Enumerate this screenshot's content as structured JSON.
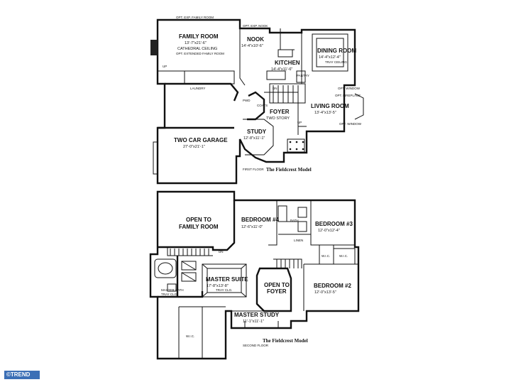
{
  "first_floor": {
    "notes": {
      "opt_family_room_top": "OPT. EXP. FAMILY ROOM",
      "opt_nook": "OPT. EXP. NOOK"
    },
    "rooms": {
      "family_room": {
        "name": "FAMILY ROOM",
        "dims": "13'-7\"x21'-6\"",
        "note1": "CATHEDRAL CEILING",
        "note2": "OPT. EXTENDED FAMILY ROOM"
      },
      "nook": {
        "name": "NOOK",
        "dims": "14'-4\"x10'-6\""
      },
      "kitchen": {
        "name": "KITCHEN",
        "dims": "14'-4\"x11'-6\""
      },
      "dining_room": {
        "name": "DINING ROOM",
        "dims": "14'-4\"x12'-4\"",
        "note": "TRAY CEILING"
      },
      "living_room": {
        "name": "LIVING ROOM",
        "dims": "13'-4\"x13'-5\""
      },
      "foyer": {
        "name": "FOYER",
        "sub": "TWO STORY"
      },
      "study": {
        "name": "STUDY",
        "dims": "12'-8\"x11'-1\""
      },
      "garage": {
        "name": "TWO CAR GARAGE",
        "dims": "27'-0\"x21'-1\""
      }
    },
    "labels": {
      "up1": "UP",
      "laundry": "LAUNDRY",
      "pwd": "PWD",
      "coats": "COATS",
      "dn": "DN",
      "up2": "UP",
      "pantry": "PANTRY",
      "opt_window": "OPT. WINDOW",
      "opt_fireplace": "OPT. FIREPLACE",
      "opt_window2": "OPT. WINDOW"
    },
    "floor_tag": "FIRST FLOOR",
    "caption": "The Fieldcrest Model"
  },
  "second_floor": {
    "rooms": {
      "open_family": {
        "name1": "OPEN TO",
        "name2": "FAMILY ROOM"
      },
      "bedroom4": {
        "name": "BEDROOM #4",
        "dims": "12'-6\"x11'-0\""
      },
      "bedroom3": {
        "name": "BEDROOM #3",
        "dims": "12'-0\"x12'-4\""
      },
      "master_suite": {
        "name": "MASTER SUITE",
        "dims": "17'-8\"x13'-8\"",
        "note": "TRAY CLG."
      },
      "open_foyer": {
        "name1": "OPEN TO",
        "name2": "FOYER"
      },
      "bedroom2": {
        "name": "BEDROOM #2",
        "dims": "12'-0\"x13'-5\""
      },
      "master_study": {
        "name": "MASTER STUDY",
        "dims": "11'-1\"x11'-1\""
      }
    },
    "labels": {
      "bath": "BATH",
      "linen": "LINEN",
      "wic1": "W.I.C.",
      "wic2": "W.I.C.",
      "wic3": "W.I.C.",
      "dn": "DN",
      "master_bath": "MASTER BATH",
      "tray_clg": "TRAY CLG."
    },
    "floor_tag": "SECOND FLOOR",
    "caption": "The Fieldcrest Model"
  },
  "watermark": "©TREND"
}
